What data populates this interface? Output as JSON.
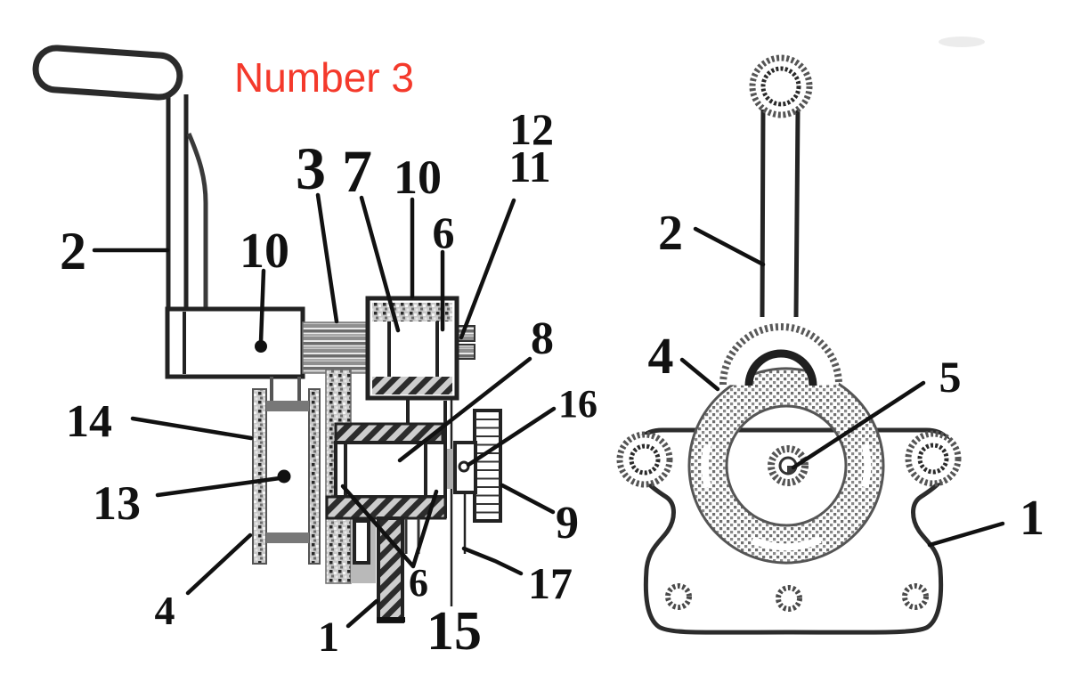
{
  "annotation": {
    "text": "Number 3",
    "color": "#f4392b"
  },
  "colors": {
    "ink": "#1a1a1a",
    "background": "#ffffff"
  },
  "left_view": {
    "description": "side cross-section of crank mechanism",
    "callouts": [
      {
        "label": "2"
      },
      {
        "label": "10"
      },
      {
        "label": "3"
      },
      {
        "label": "7"
      },
      {
        "label": "10"
      },
      {
        "label": "6"
      },
      {
        "label": "12"
      },
      {
        "label": "11"
      },
      {
        "label": "8"
      },
      {
        "label": "16"
      },
      {
        "label": "9"
      },
      {
        "label": "17"
      },
      {
        "label": "15"
      },
      {
        "label": "6"
      },
      {
        "label": "1"
      },
      {
        "label": "4"
      },
      {
        "label": "13"
      },
      {
        "label": "14"
      }
    ]
  },
  "right_view": {
    "description": "front view of mount plate with arm",
    "callouts": [
      {
        "label": "2"
      },
      {
        "label": "4"
      },
      {
        "label": "5"
      },
      {
        "label": "1"
      }
    ]
  }
}
